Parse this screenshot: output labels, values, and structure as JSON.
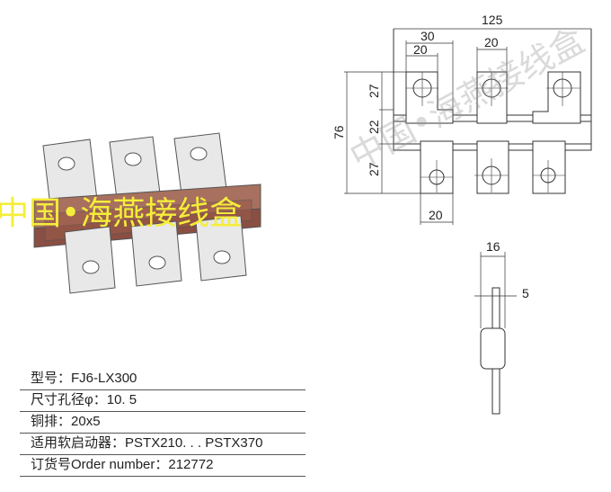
{
  "drawing": {
    "dimensions": {
      "overall_width": "125",
      "first_tab_span": "30",
      "first_tab_width": "20",
      "middle_tab_width": "20",
      "bottom_tab_width": "20",
      "overall_height": "76",
      "upper_tab_height": "27",
      "bar_spacing": "22",
      "lower_tab_height": "27",
      "side_width": "16",
      "thickness": "5"
    }
  },
  "specs": [
    {
      "label": "型号：",
      "value": "FJ6-LX300"
    },
    {
      "label": "尺寸孔径φ：",
      "value": "10. 5"
    },
    {
      "label": "铜排：",
      "value": "20x5"
    },
    {
      "label": "适用软启动器：",
      "value": "PSTX210. . . PSTX370"
    },
    {
      "label": "订货号Order number：",
      "value": "212772"
    }
  ],
  "watermark": "中国•海燕接线盒",
  "colors": {
    "copper": "#9a5a4a",
    "tab": "#e6e6e6",
    "watermark_yellow": "#f4ee3a"
  }
}
